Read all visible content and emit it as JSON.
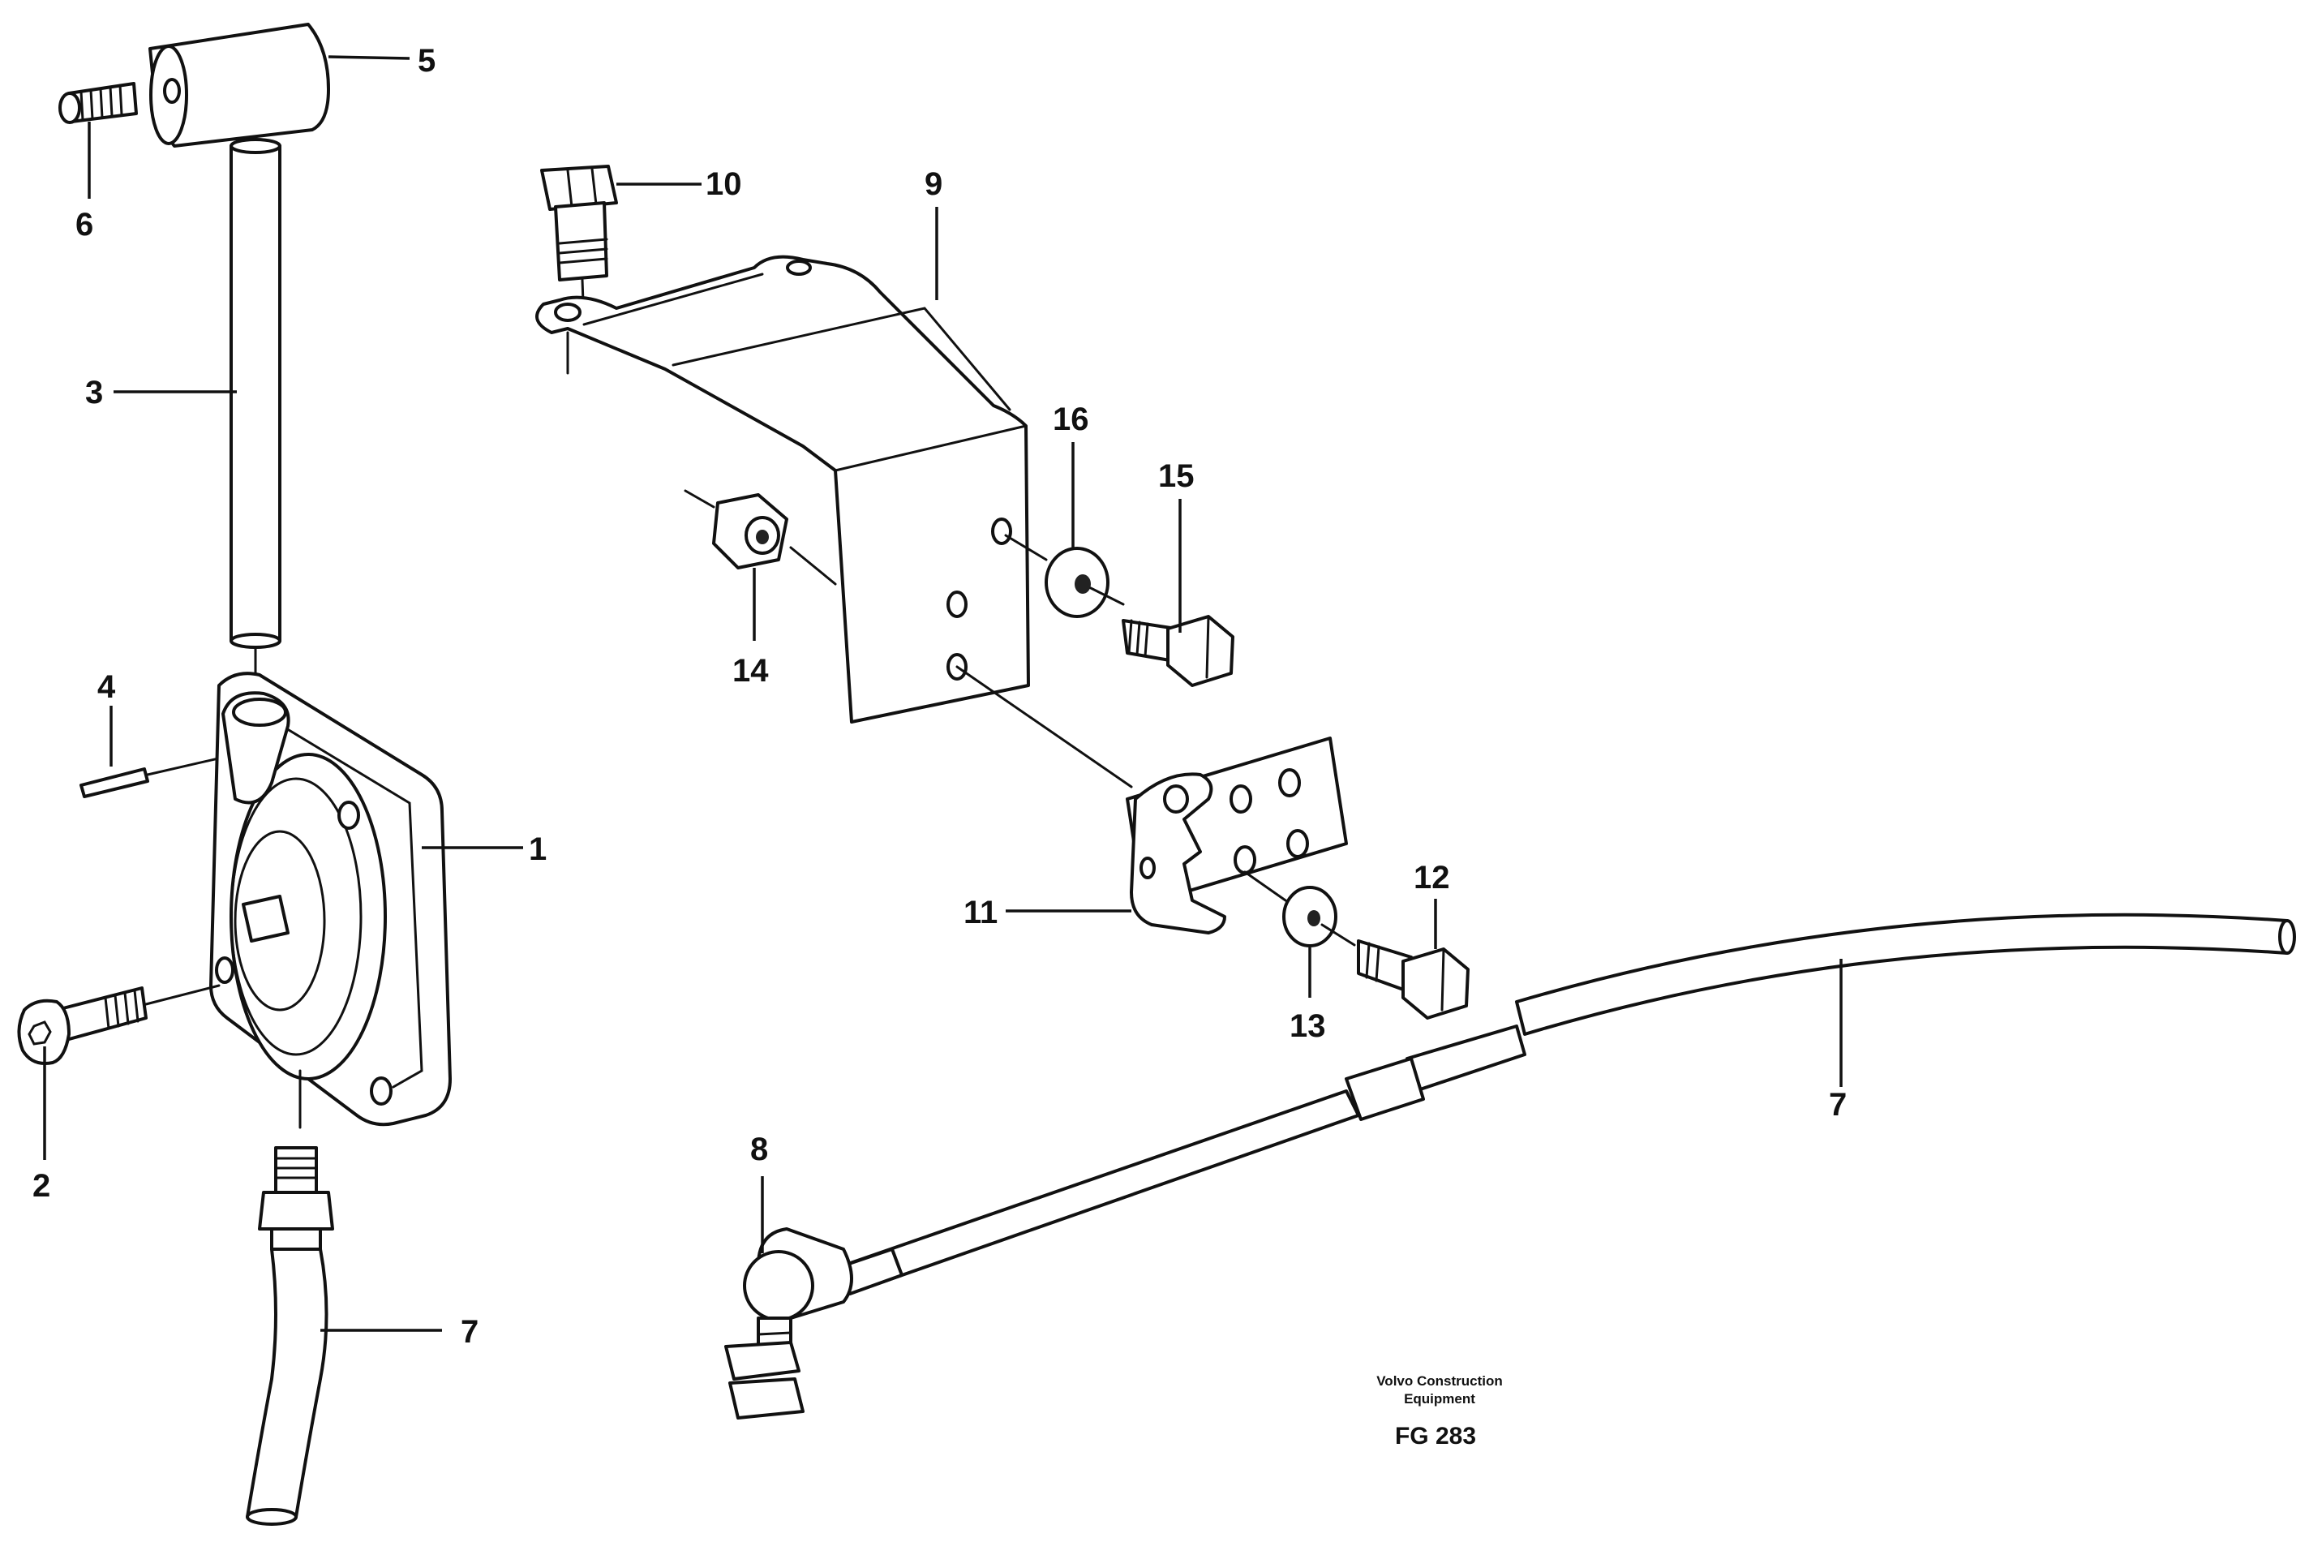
{
  "callouts": {
    "c1": "1",
    "c2": "2",
    "c3": "3",
    "c4": "4",
    "c5": "5",
    "c6": "6",
    "c7a": "7",
    "c7b": "7",
    "c8": "8",
    "c9": "9",
    "c10": "10",
    "c11": "11",
    "c12": "12",
    "c13": "13",
    "c14": "14",
    "c15": "15",
    "c16": "16"
  },
  "caption": {
    "brand_line1": "Volvo Construction",
    "brand_line2": "Equipment",
    "code": "FG 283"
  },
  "colors": {
    "ink": "#111111",
    "paper": "#ffffff"
  }
}
